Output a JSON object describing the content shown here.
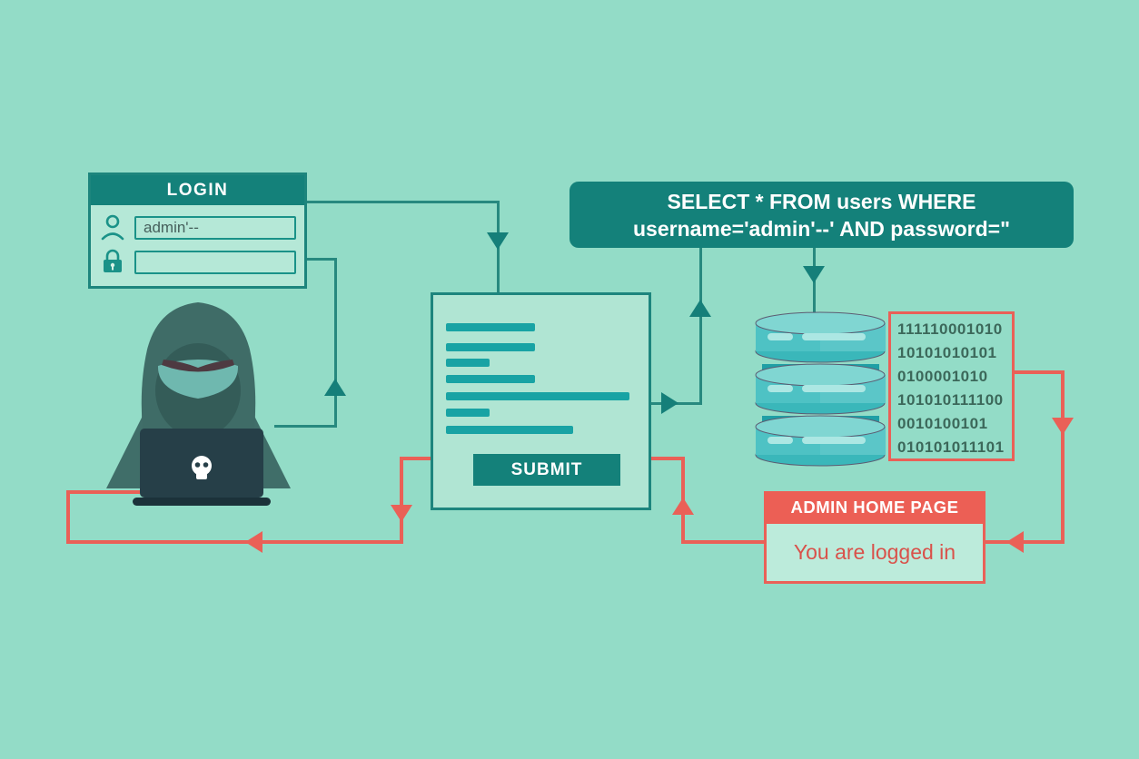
{
  "colors": {
    "background": "#93dcc7",
    "teal_box": "#14817a",
    "teal_line": "#27897f",
    "panel_light": "#b3e7d5",
    "bar_teal": "#18a3a4",
    "red_accent": "#ea6057",
    "red_text": "#d9514a",
    "binary_text": "#3c685a"
  },
  "login_form": {
    "title": "LOGIN",
    "username_value": "admin'--",
    "password_value": ""
  },
  "sql_query": {
    "line1": "SELECT * FROM users WHERE",
    "line2": "username='admin'--' AND password=\""
  },
  "result_page": {
    "submit_label": "SUBMIT"
  },
  "database": {
    "binary_rows": [
      "111110001010",
      "10101010101",
      "0100001010",
      "101010111100",
      "0010100101",
      "010101011101"
    ]
  },
  "admin_page": {
    "title": "ADMIN HOME PAGE",
    "message": "You are logged in"
  }
}
